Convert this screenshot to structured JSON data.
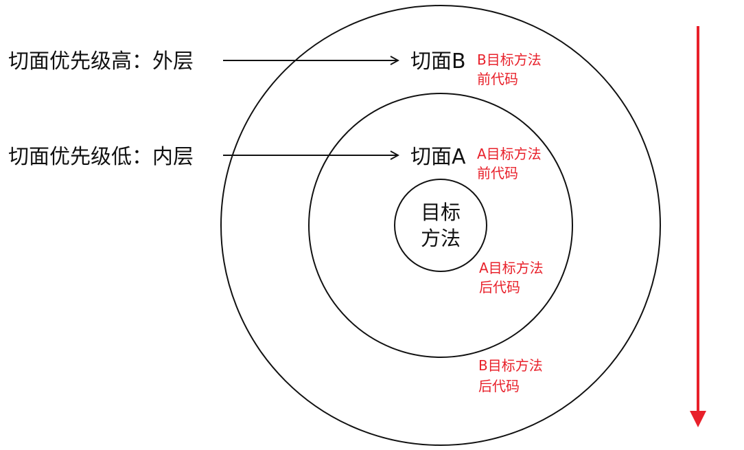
{
  "colors": {
    "ink": "#111111",
    "accent_red": "#e8202a",
    "background": "#ffffff"
  },
  "left_labels": {
    "outer": "切面优先级高：外层",
    "inner": "切面优先级低：内层"
  },
  "ring_labels": {
    "outer": "切面B",
    "inner": "切面A"
  },
  "core": {
    "line1": "目标",
    "line2": "方法"
  },
  "annotations": {
    "b_before": {
      "line1": "B目标方法",
      "line2": "前代码"
    },
    "a_before": {
      "line1": "A目标方法",
      "line2": "前代码"
    },
    "a_after": {
      "line1": "A目标方法",
      "line2": "后代码"
    },
    "b_after": {
      "line1": "B目标方法",
      "line2": "后代码"
    }
  },
  "icons": {
    "pointer_arrow": "arrow-right-icon",
    "flow_arrow": "arrow-down-icon"
  }
}
